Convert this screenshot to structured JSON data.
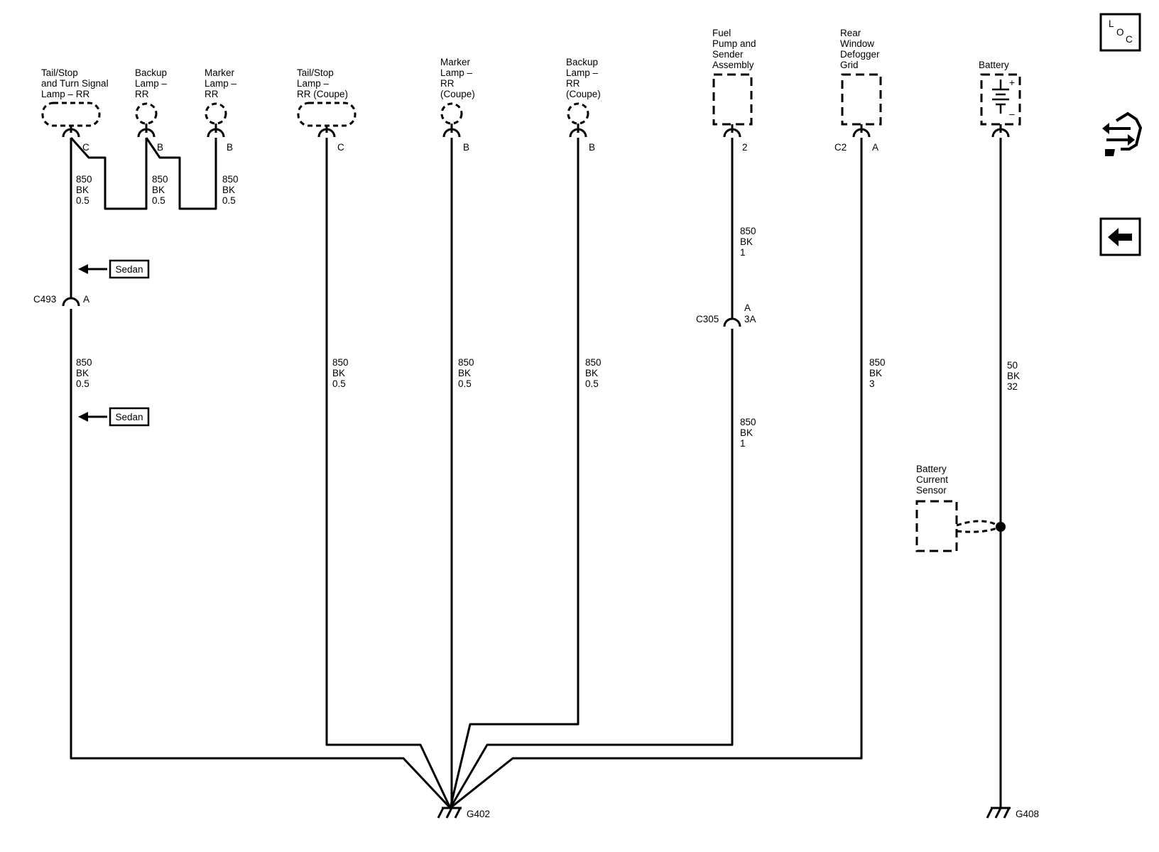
{
  "components": {
    "tailstop_rr": [
      "Tail/Stop",
      "and Turn Signal",
      "Lamp – RR"
    ],
    "backup_rr": [
      "Backup",
      "Lamp –",
      "RR"
    ],
    "marker_rr": [
      "Marker",
      "Lamp –",
      "RR"
    ],
    "tailstop_rr_coupe": [
      "Tail/Stop",
      "Lamp –",
      "RR (Coupe)"
    ],
    "marker_rr_coupe": [
      "Marker",
      "Lamp –",
      "RR",
      "(Coupe)"
    ],
    "backup_rr_coupe": [
      "Backup",
      "Lamp –",
      "RR",
      "(Coupe)"
    ],
    "fuel_pump": [
      "Fuel",
      "Pump and",
      "Sender",
      "Assembly"
    ],
    "defogger": [
      "Rear",
      "Window",
      "Defogger",
      "Grid"
    ],
    "battery": [
      "Battery"
    ],
    "current_sensor": [
      "Battery",
      "Current",
      "Sensor"
    ]
  },
  "pins": {
    "tailstop_rr": "C",
    "backup_rr": "B",
    "marker_rr": "B",
    "tailstop_rr_coupe": "C",
    "marker_rr_coupe": "B",
    "backup_rr_coupe": "B",
    "fuel_pump": "2",
    "defogger_conn": "C2",
    "defogger_pin": "A"
  },
  "wire_labels": {
    "w1": [
      "850",
      "BK",
      "0.5"
    ],
    "w2": [
      "850",
      "BK",
      "0.5"
    ],
    "w3": [
      "850",
      "BK",
      "0.5"
    ],
    "w4": [
      "850",
      "BK",
      "0.5"
    ],
    "w5": [
      "850",
      "BK",
      "0.5"
    ],
    "w6": [
      "850",
      "BK",
      "0.5"
    ],
    "w7": [
      "850",
      "BK",
      "0.5"
    ],
    "w8": [
      "850",
      "BK",
      "1"
    ],
    "w9": [
      "850",
      "BK",
      "1"
    ],
    "w10": [
      "850",
      "BK",
      "3"
    ],
    "w11": [
      "50",
      "BK",
      "32"
    ]
  },
  "connectors": {
    "c493_name": "C493",
    "c493_pin": "A",
    "c305_name": "C305",
    "c305_pin_a": "A",
    "c305_pin_b": "3A"
  },
  "options": {
    "sedan_1": "Sedan",
    "sedan_2": "Sedan"
  },
  "grounds": {
    "g402": "G402",
    "g408": "G408"
  },
  "battery_symbols": {
    "plus": "+",
    "minus": "–"
  },
  "nav": {
    "loc_l": "L",
    "loc_o": "O",
    "loc_c": "C"
  }
}
